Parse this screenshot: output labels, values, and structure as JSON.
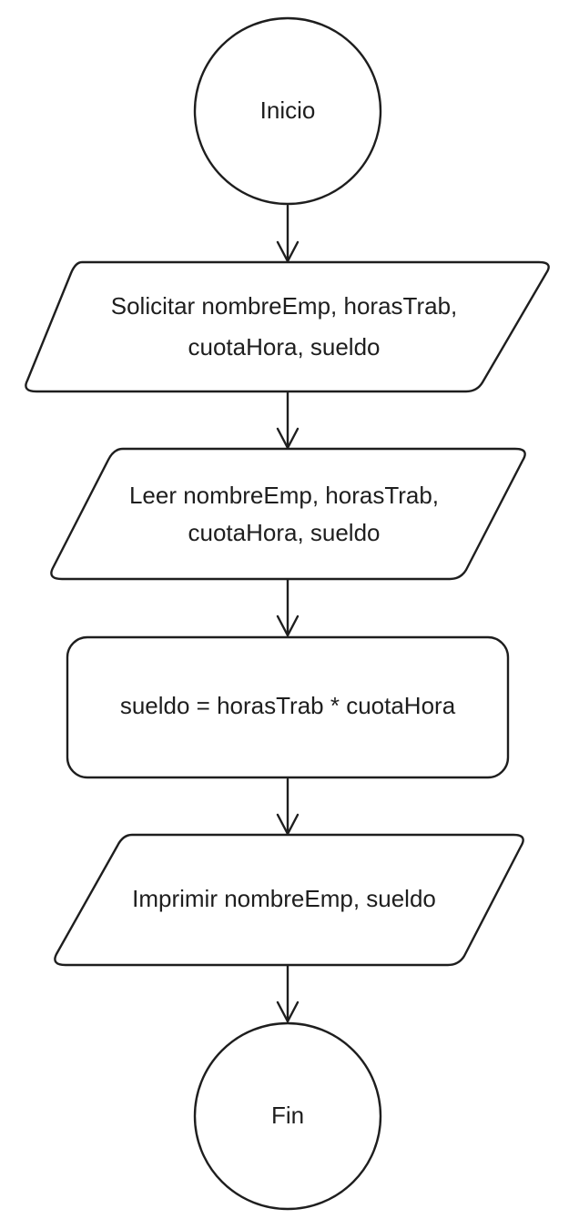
{
  "flowchart": {
    "nodes": [
      {
        "id": "inicio",
        "type": "terminal",
        "lines": [
          "Inicio"
        ]
      },
      {
        "id": "solicitar",
        "type": "io",
        "lines": [
          "Solicitar nombreEmp, horasTrab,",
          "cuotaHora, sueldo"
        ]
      },
      {
        "id": "leer",
        "type": "io",
        "lines": [
          "Leer nombreEmp, horasTrab,",
          "cuotaHora, sueldo"
        ]
      },
      {
        "id": "calcular",
        "type": "process",
        "lines": [
          "sueldo = horasTrab * cuotaHora"
        ]
      },
      {
        "id": "imprimir",
        "type": "io",
        "lines": [
          "Imprimir nombreEmp, sueldo"
        ]
      },
      {
        "id": "fin",
        "type": "terminal",
        "lines": [
          "Fin"
        ]
      }
    ],
    "edges": [
      {
        "from": "inicio",
        "to": "solicitar"
      },
      {
        "from": "solicitar",
        "to": "leer"
      },
      {
        "from": "leer",
        "to": "calcular"
      },
      {
        "from": "calcular",
        "to": "imprimir"
      },
      {
        "from": "imprimir",
        "to": "fin"
      }
    ]
  }
}
